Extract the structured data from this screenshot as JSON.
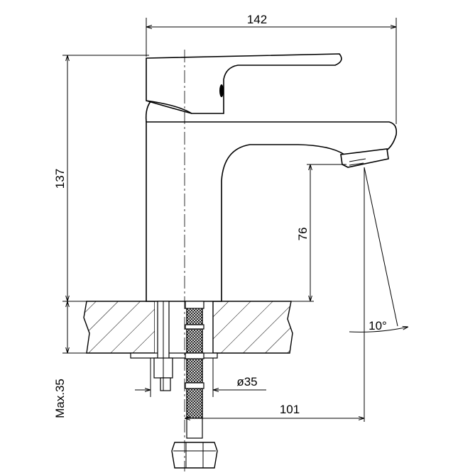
{
  "dimensions": {
    "total_width": "142",
    "total_height": "137",
    "spout_clearance": "76",
    "spout_angle": "10°",
    "hole_diameter": "ø35",
    "spout_reach": "101",
    "max_deck_thickness": "Max.35"
  },
  "colors": {
    "line": "#000000",
    "background": "#ffffff"
  }
}
